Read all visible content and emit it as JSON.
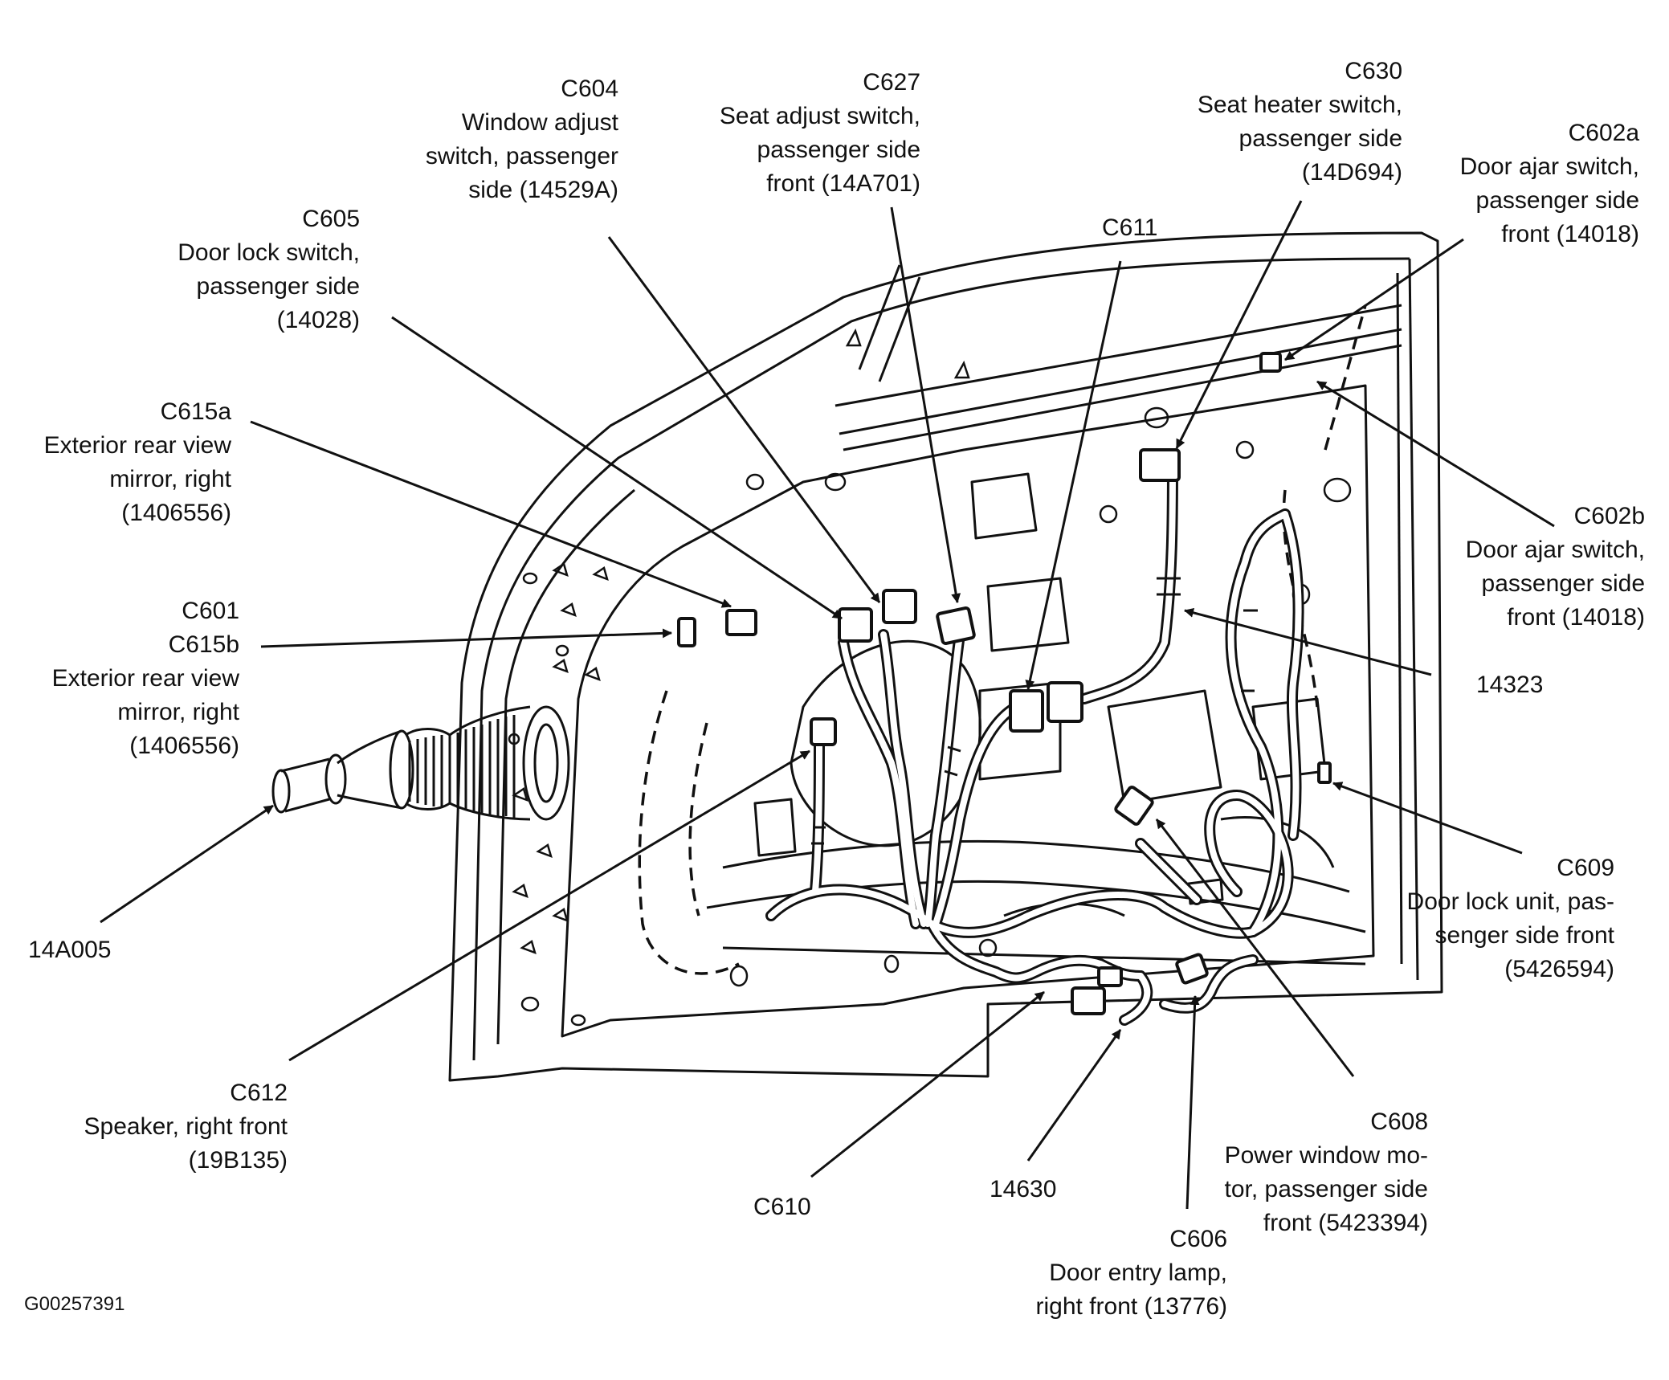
{
  "figure_id": "G00257391",
  "callouts": {
    "c604": [
      "C604",
      "Window adjust",
      "switch, passenger",
      "side (14529A)"
    ],
    "c627": [
      "C627",
      "Seat adjust switch,",
      "passenger side",
      "front (14A701)"
    ],
    "c630": [
      "C630",
      "Seat heater switch,",
      "passenger side",
      "(14D694)"
    ],
    "c602a": [
      "C602a",
      "Door ajar switch,",
      "passenger side",
      "front (14018)"
    ],
    "c605": [
      "C605",
      "Door lock switch,",
      "passenger side",
      "(14028)"
    ],
    "c611": [
      "C611"
    ],
    "c615a": [
      "C615a",
      "Exterior rear view",
      "mirror, right",
      "(1406556)"
    ],
    "c602b": [
      "C602b",
      "Door ajar switch,",
      "passenger side",
      "front (14018)"
    ],
    "c601": [
      "C601",
      "C615b",
      "Exterior rear view",
      "mirror, right",
      "(1406556)"
    ],
    "n14323": [
      "14323"
    ],
    "n14a005": [
      "14A005"
    ],
    "c609": [
      "C609",
      "Door lock unit, pas-",
      "senger side front",
      "(5426594)"
    ],
    "c612": [
      "C612",
      "Speaker, right front",
      "(19B135)"
    ],
    "c608": [
      "C608",
      "Power window mo-",
      "tor, passenger side",
      "front (5423394)"
    ],
    "c610": [
      "C610"
    ],
    "n14630": [
      "14630"
    ],
    "c606": [
      "C606",
      "Door entry lamp,",
      "right front (13776)"
    ]
  },
  "colors": {
    "ink": "#111111",
    "background": "#ffffff"
  }
}
